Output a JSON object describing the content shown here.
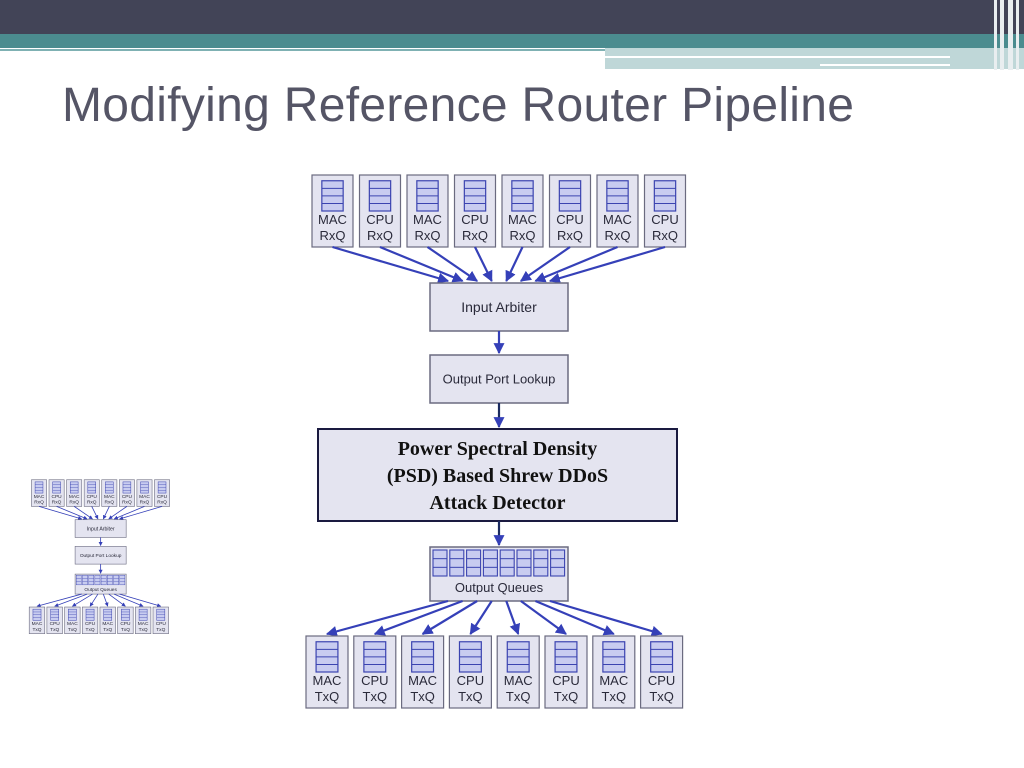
{
  "slide": {
    "title": "Modifying Reference Router Pipeline"
  },
  "diagram": {
    "rx_queues": [
      {
        "line1": "MAC",
        "line2": "RxQ"
      },
      {
        "line1": "CPU",
        "line2": "RxQ"
      },
      {
        "line1": "MAC",
        "line2": "RxQ"
      },
      {
        "line1": "CPU",
        "line2": "RxQ"
      },
      {
        "line1": "MAC",
        "line2": "RxQ"
      },
      {
        "line1": "CPU",
        "line2": "RxQ"
      },
      {
        "line1": "MAC",
        "line2": "RxQ"
      },
      {
        "line1": "CPU",
        "line2": "RxQ"
      }
    ],
    "input_arbiter": "Input Arbiter",
    "output_port_lookup": "Output Port Lookup",
    "detector": {
      "line1": "Power Spectral Density",
      "line2": "(PSD) Based Shrew DDoS",
      "line3": "Attack Detector"
    },
    "output_queues": "Output Queues",
    "tx_queues": [
      {
        "line1": "MAC",
        "line2": "TxQ"
      },
      {
        "line1": "CPU",
        "line2": "TxQ"
      },
      {
        "line1": "MAC",
        "line2": "TxQ"
      },
      {
        "line1": "CPU",
        "line2": "TxQ"
      },
      {
        "line1": "MAC",
        "line2": "TxQ"
      },
      {
        "line1": "CPU",
        "line2": "TxQ"
      },
      {
        "line1": "MAC",
        "line2": "TxQ"
      },
      {
        "line1": "CPU",
        "line2": "TxQ"
      }
    ]
  },
  "mini_diagram": {
    "rx_queues": [
      {
        "line1": "MAC",
        "line2": "RxQ"
      },
      {
        "line1": "CPU",
        "line2": "RxQ"
      },
      {
        "line1": "MAC",
        "line2": "RxQ"
      },
      {
        "line1": "CPU",
        "line2": "RxQ"
      },
      {
        "line1": "MAC",
        "line2": "RxQ"
      },
      {
        "line1": "CPU",
        "line2": "RxQ"
      },
      {
        "line1": "MAC",
        "line2": "RxQ"
      },
      {
        "line1": "CPU",
        "line2": "RxQ"
      }
    ],
    "input_arbiter": "Input Arbiter",
    "output_port_lookup": "Output Port Lookup",
    "output_queues": "Output Queues",
    "tx_queues": [
      {
        "line1": "MAC",
        "line2": "TxQ"
      },
      {
        "line1": "CPU",
        "line2": "TxQ"
      },
      {
        "line1": "MAC",
        "line2": "TxQ"
      },
      {
        "line1": "CPU",
        "line2": "TxQ"
      },
      {
        "line1": "MAC",
        "line2": "TxQ"
      },
      {
        "line1": "CPU",
        "line2": "TxQ"
      },
      {
        "line1": "MAC",
        "line2": "TxQ"
      },
      {
        "line1": "CPU",
        "line2": "TxQ"
      }
    ]
  },
  "colors": {
    "box_fill": "#e4e4f0",
    "box_stroke": "#6b6b80",
    "arrow": "#3540b8",
    "queue_icon_fill": "#c8ccf0",
    "queue_icon_stroke": "#3b44b0"
  }
}
